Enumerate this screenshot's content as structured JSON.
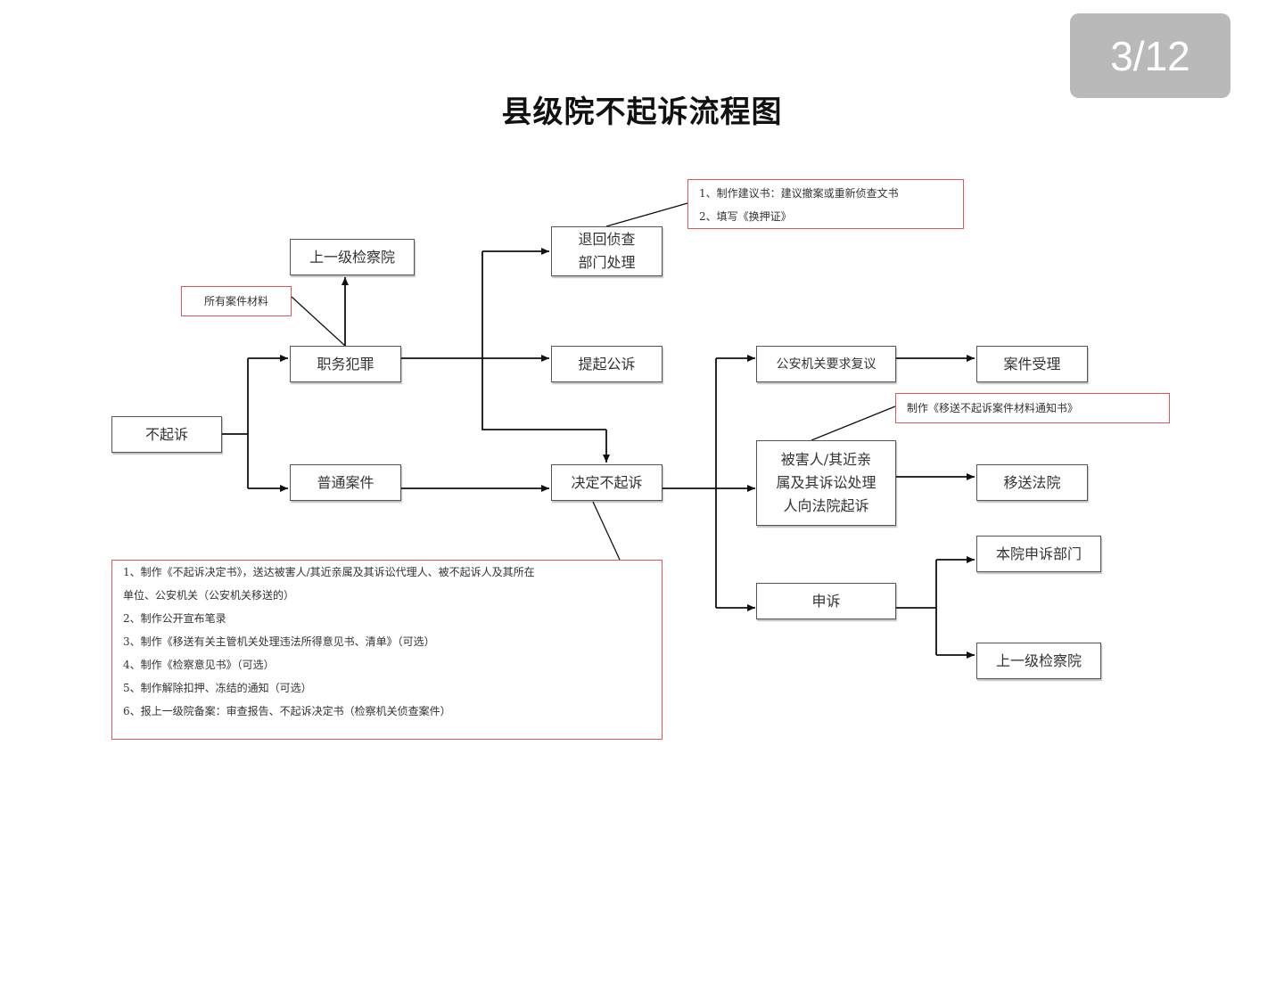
{
  "page_indicator": "3/12",
  "title": "县级院不起诉流程图",
  "nodes": {
    "bu_qi_su": "不起诉",
    "zhi_wu_fan_zui": "职务犯罪",
    "pu_tong_an_jian": "普通案件",
    "shang_yi_ji_top": "上一级检察院",
    "tui_hui_zhen_cha": "退回侦查\n部门处理",
    "ti_qi_gong_su": "提起公诉",
    "jue_ding_bu_qi_su": "决定不起诉",
    "gong_an_fu_yi": "公安机关要求复议",
    "an_jian_shou_li": "案件受理",
    "bei_hai_ren": "被害人/其近亲\n属及其诉讼处理\n人向法院起诉",
    "yi_song_fa_yuan": "移送法院",
    "shen_su": "申诉",
    "ben_yuan_shen_su": "本院申诉部门",
    "shang_yi_ji_bottom": "上一级检察院"
  },
  "notes": {
    "case_materials": "所有案件材料",
    "reinvestigation": [
      "1、制作建议书：建议撤案或重新侦查文书",
      "2、填写《换押证》"
    ],
    "transfer_notice": "制作《移送不起诉案件材料通知书》",
    "decision_tasks": [
      "1、制作《不起诉决定书》，送达被害人/其近亲属及其诉讼代理人、被不起诉人及其所在",
      "单位、公安机关（公安机关移送的）",
      "2、制作公开宣布笔录",
      "3、制作《移送有关主管机关处理违法所得意见书、清单》（可选）",
      "4、制作《检察意见书》（可选）",
      "5、制作解除扣押、冻结的通知（可选）",
      "6、报上一级院备案：审查报告、不起诉决定书（检察机关侦查案件）"
    ]
  },
  "colors": {
    "box_border": "#555555",
    "note_border": "#e0575b",
    "badge_bg": "#b9b9b9",
    "badge_text": "#ffffff"
  }
}
